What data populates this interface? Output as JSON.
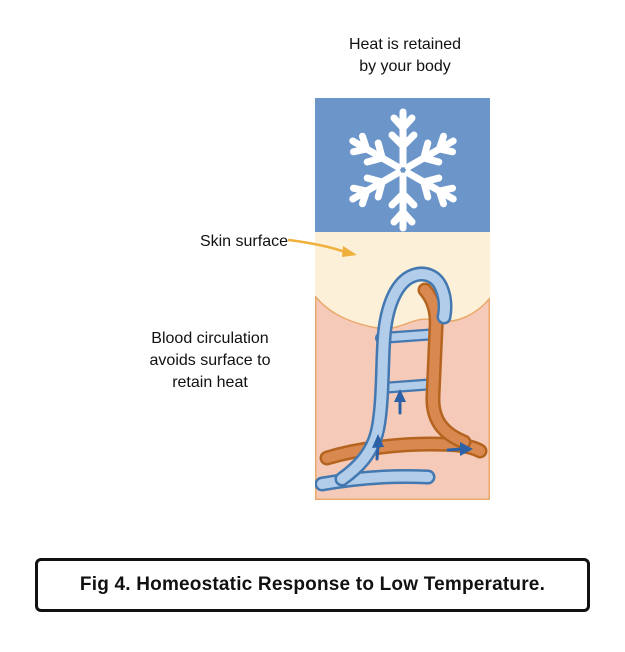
{
  "figure": {
    "heat_label": {
      "line1": "Heat is retained",
      "line2": "by your body"
    },
    "skin_surface_label": "Skin surface",
    "blood_label": {
      "line1": "Blood circulation",
      "line2": "avoids surface to",
      "line3": "retain heat"
    },
    "caption": "Fig 4. Homeostatic Response to Low Temperature."
  },
  "icons": {
    "snowflake": "snowflake-icon",
    "pointer": "pointer-arrow-icon",
    "flow": "flow-arrow-icon"
  },
  "colors": {
    "background": "#ffffff",
    "cold_air_box": "#6c95ca",
    "snowflake": "#ffffff",
    "epidermis": "#fcf0d9",
    "dermis": "#f5cab9",
    "skin_outline": "#eaa96c",
    "vein_fill": "#b1cde9",
    "vein_outline": "#4478b0",
    "artery_fill": "#d9894f",
    "artery_outline": "#b4641f",
    "flow_arrow": "#2d61a6",
    "pointer_arrow": "#efb13c",
    "caption_border": "#111111",
    "text": "#111111"
  }
}
